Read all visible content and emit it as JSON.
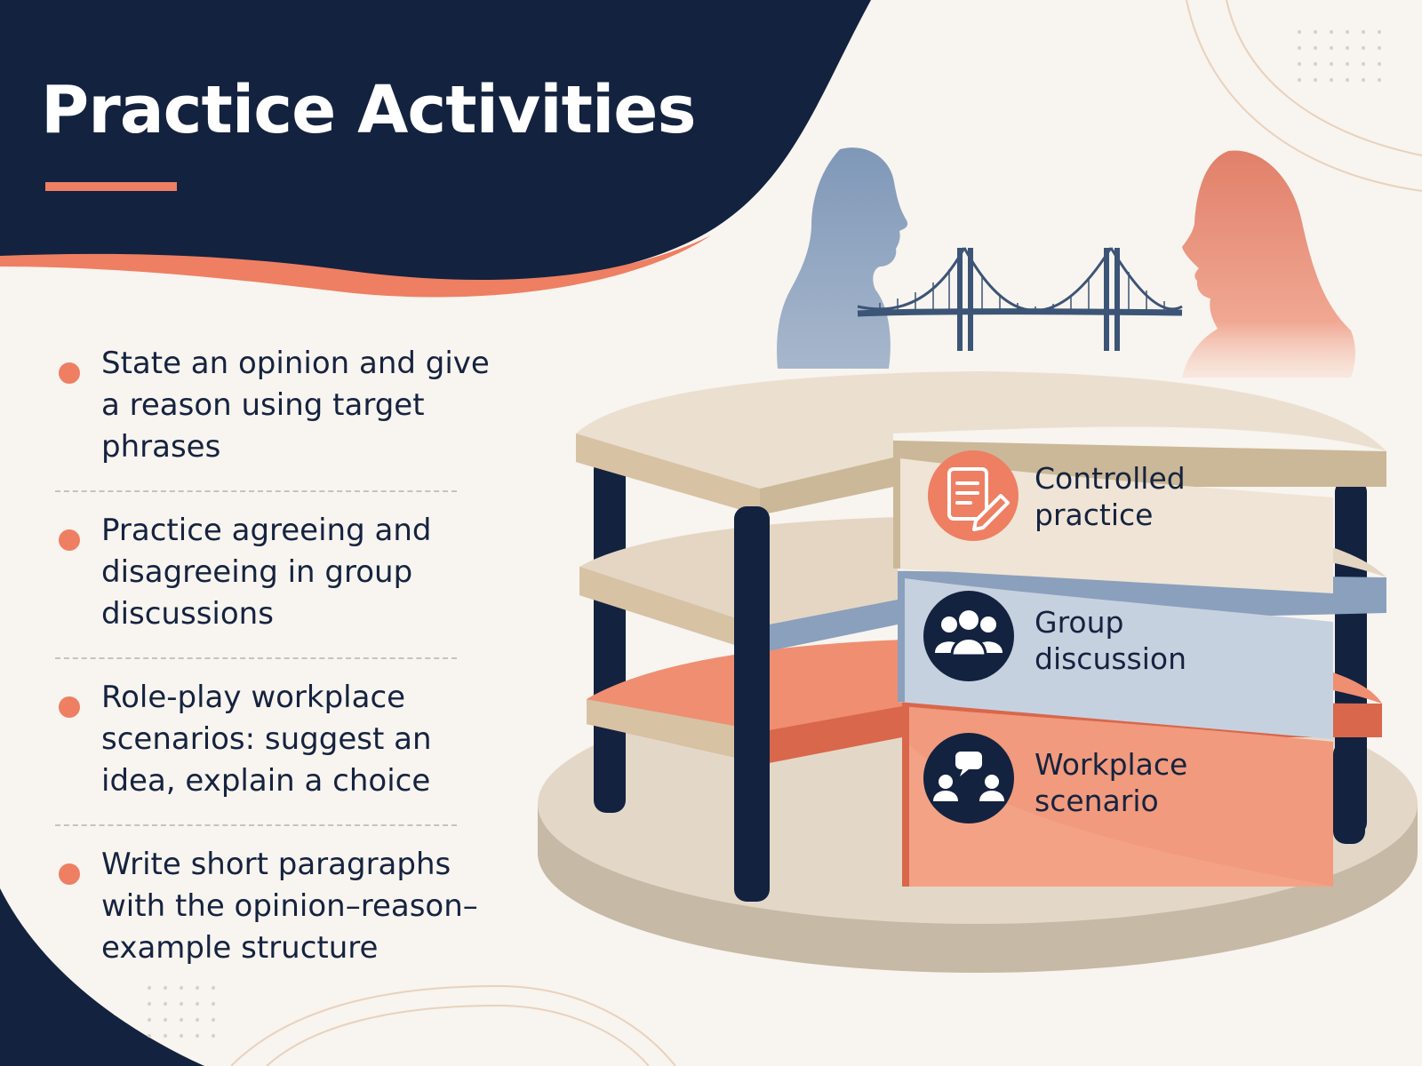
{
  "title": "Practice Activities",
  "colors": {
    "navy": "#13223f",
    "coral": "#ee7f62",
    "slate_blue": "#8aa0bd",
    "cream": "#f8f4ef",
    "wood": "#e6d8c4"
  },
  "bullets": [
    {
      "text": "State an opinion and give a reason using target phrases"
    },
    {
      "text": "Practice agreeing and disagreeing in group discussions"
    },
    {
      "text": "Role-play workplace scenarios: suggest an idea, explain a choice"
    },
    {
      "text": "Write short paragraphs with the opinion–reason–example structure"
    }
  ],
  "tiers": [
    {
      "label": "Controlled\npractice",
      "icon": "document-pencil-icon"
    },
    {
      "label": "Group\ndiscussion",
      "icon": "group-people-icon"
    },
    {
      "label": "Workplace\nscenario",
      "icon": "speech-bubble-people-icon"
    }
  ]
}
